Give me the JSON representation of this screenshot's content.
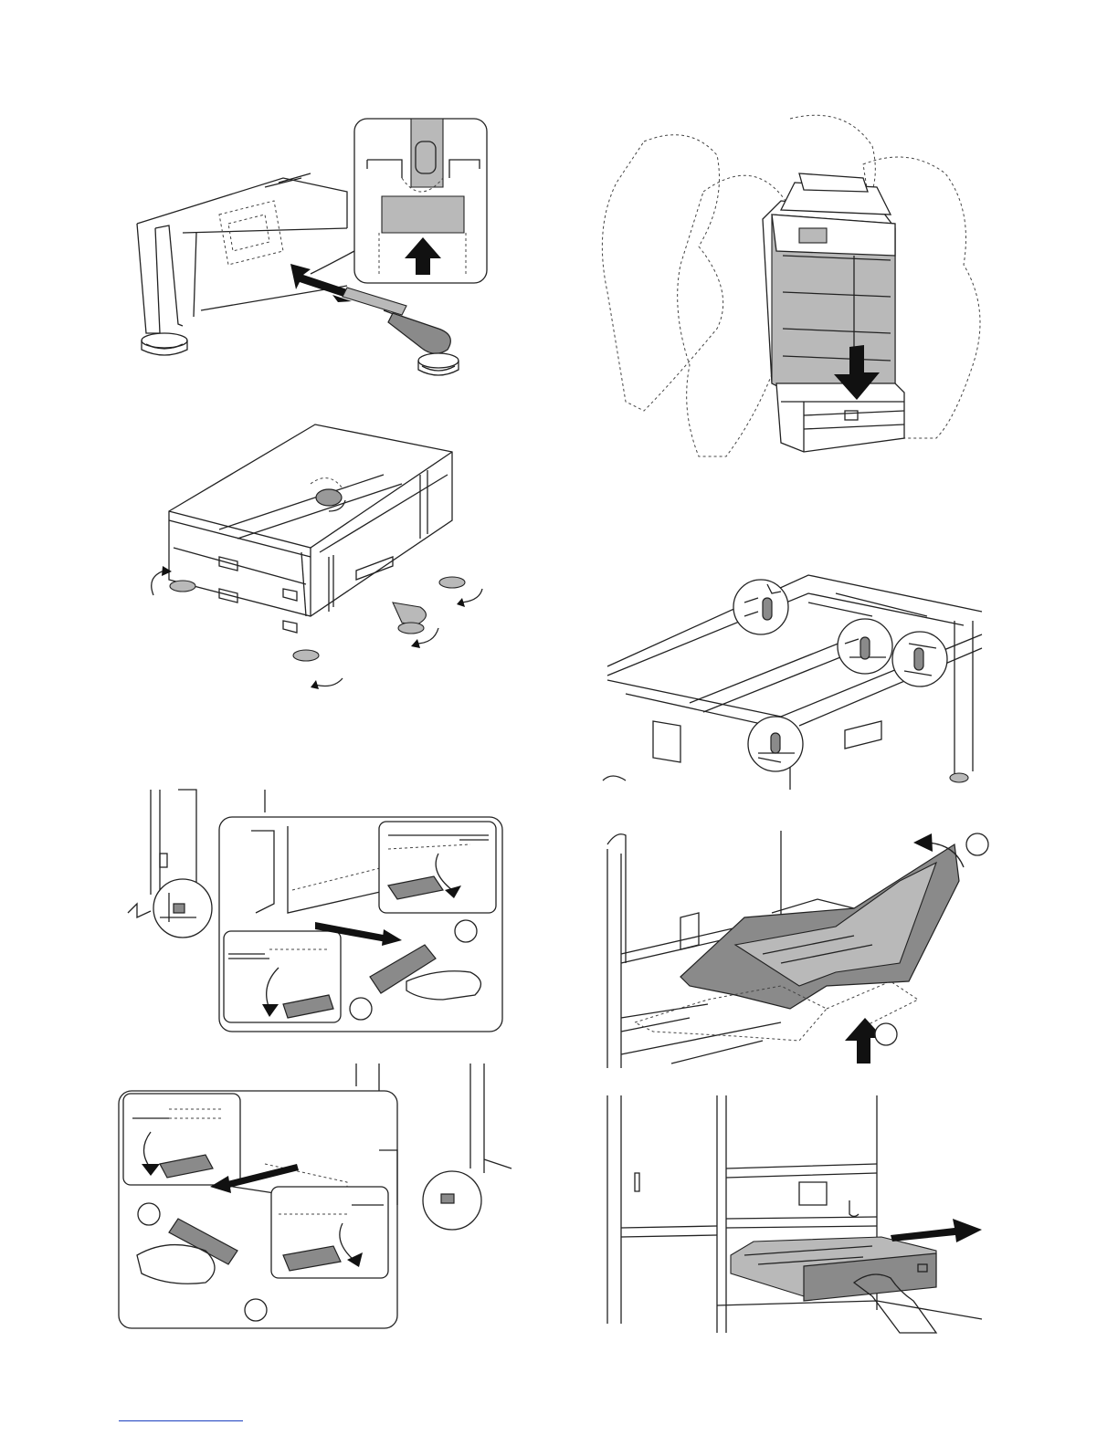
{
  "page": {
    "colors": {
      "line": "#222222",
      "fill_grey": "#8a8a8a",
      "fill_light_grey": "#b9b9b9",
      "footer_rule": "#1a3fbf"
    },
    "figures": [
      {
        "id": "fig-adjuster-insert",
        "icons": [
          "arrow-up-icon",
          "double-arrow-icon"
        ]
      },
      {
        "id": "fig-stand-lower-adjusters",
        "icons": [
          "rotate-arrow-icon"
        ]
      },
      {
        "id": "fig-remove-left-fixing-plate",
        "callouts": [
          "",
          ""
        ]
      },
      {
        "id": "fig-remove-right-fixing-plate",
        "callouts": [
          "",
          ""
        ]
      },
      {
        "id": "fig-lift-copier-onto-stand",
        "icons": [
          "arrow-down-icon"
        ]
      },
      {
        "id": "fig-stand-positioning-pins",
        "icons": []
      },
      {
        "id": "fig-remove-tray-lift",
        "callouts": [
          "",
          ""
        ]
      },
      {
        "id": "fig-pull-out-tray",
        "icons": [
          "arrow-right-icon"
        ]
      }
    ]
  }
}
